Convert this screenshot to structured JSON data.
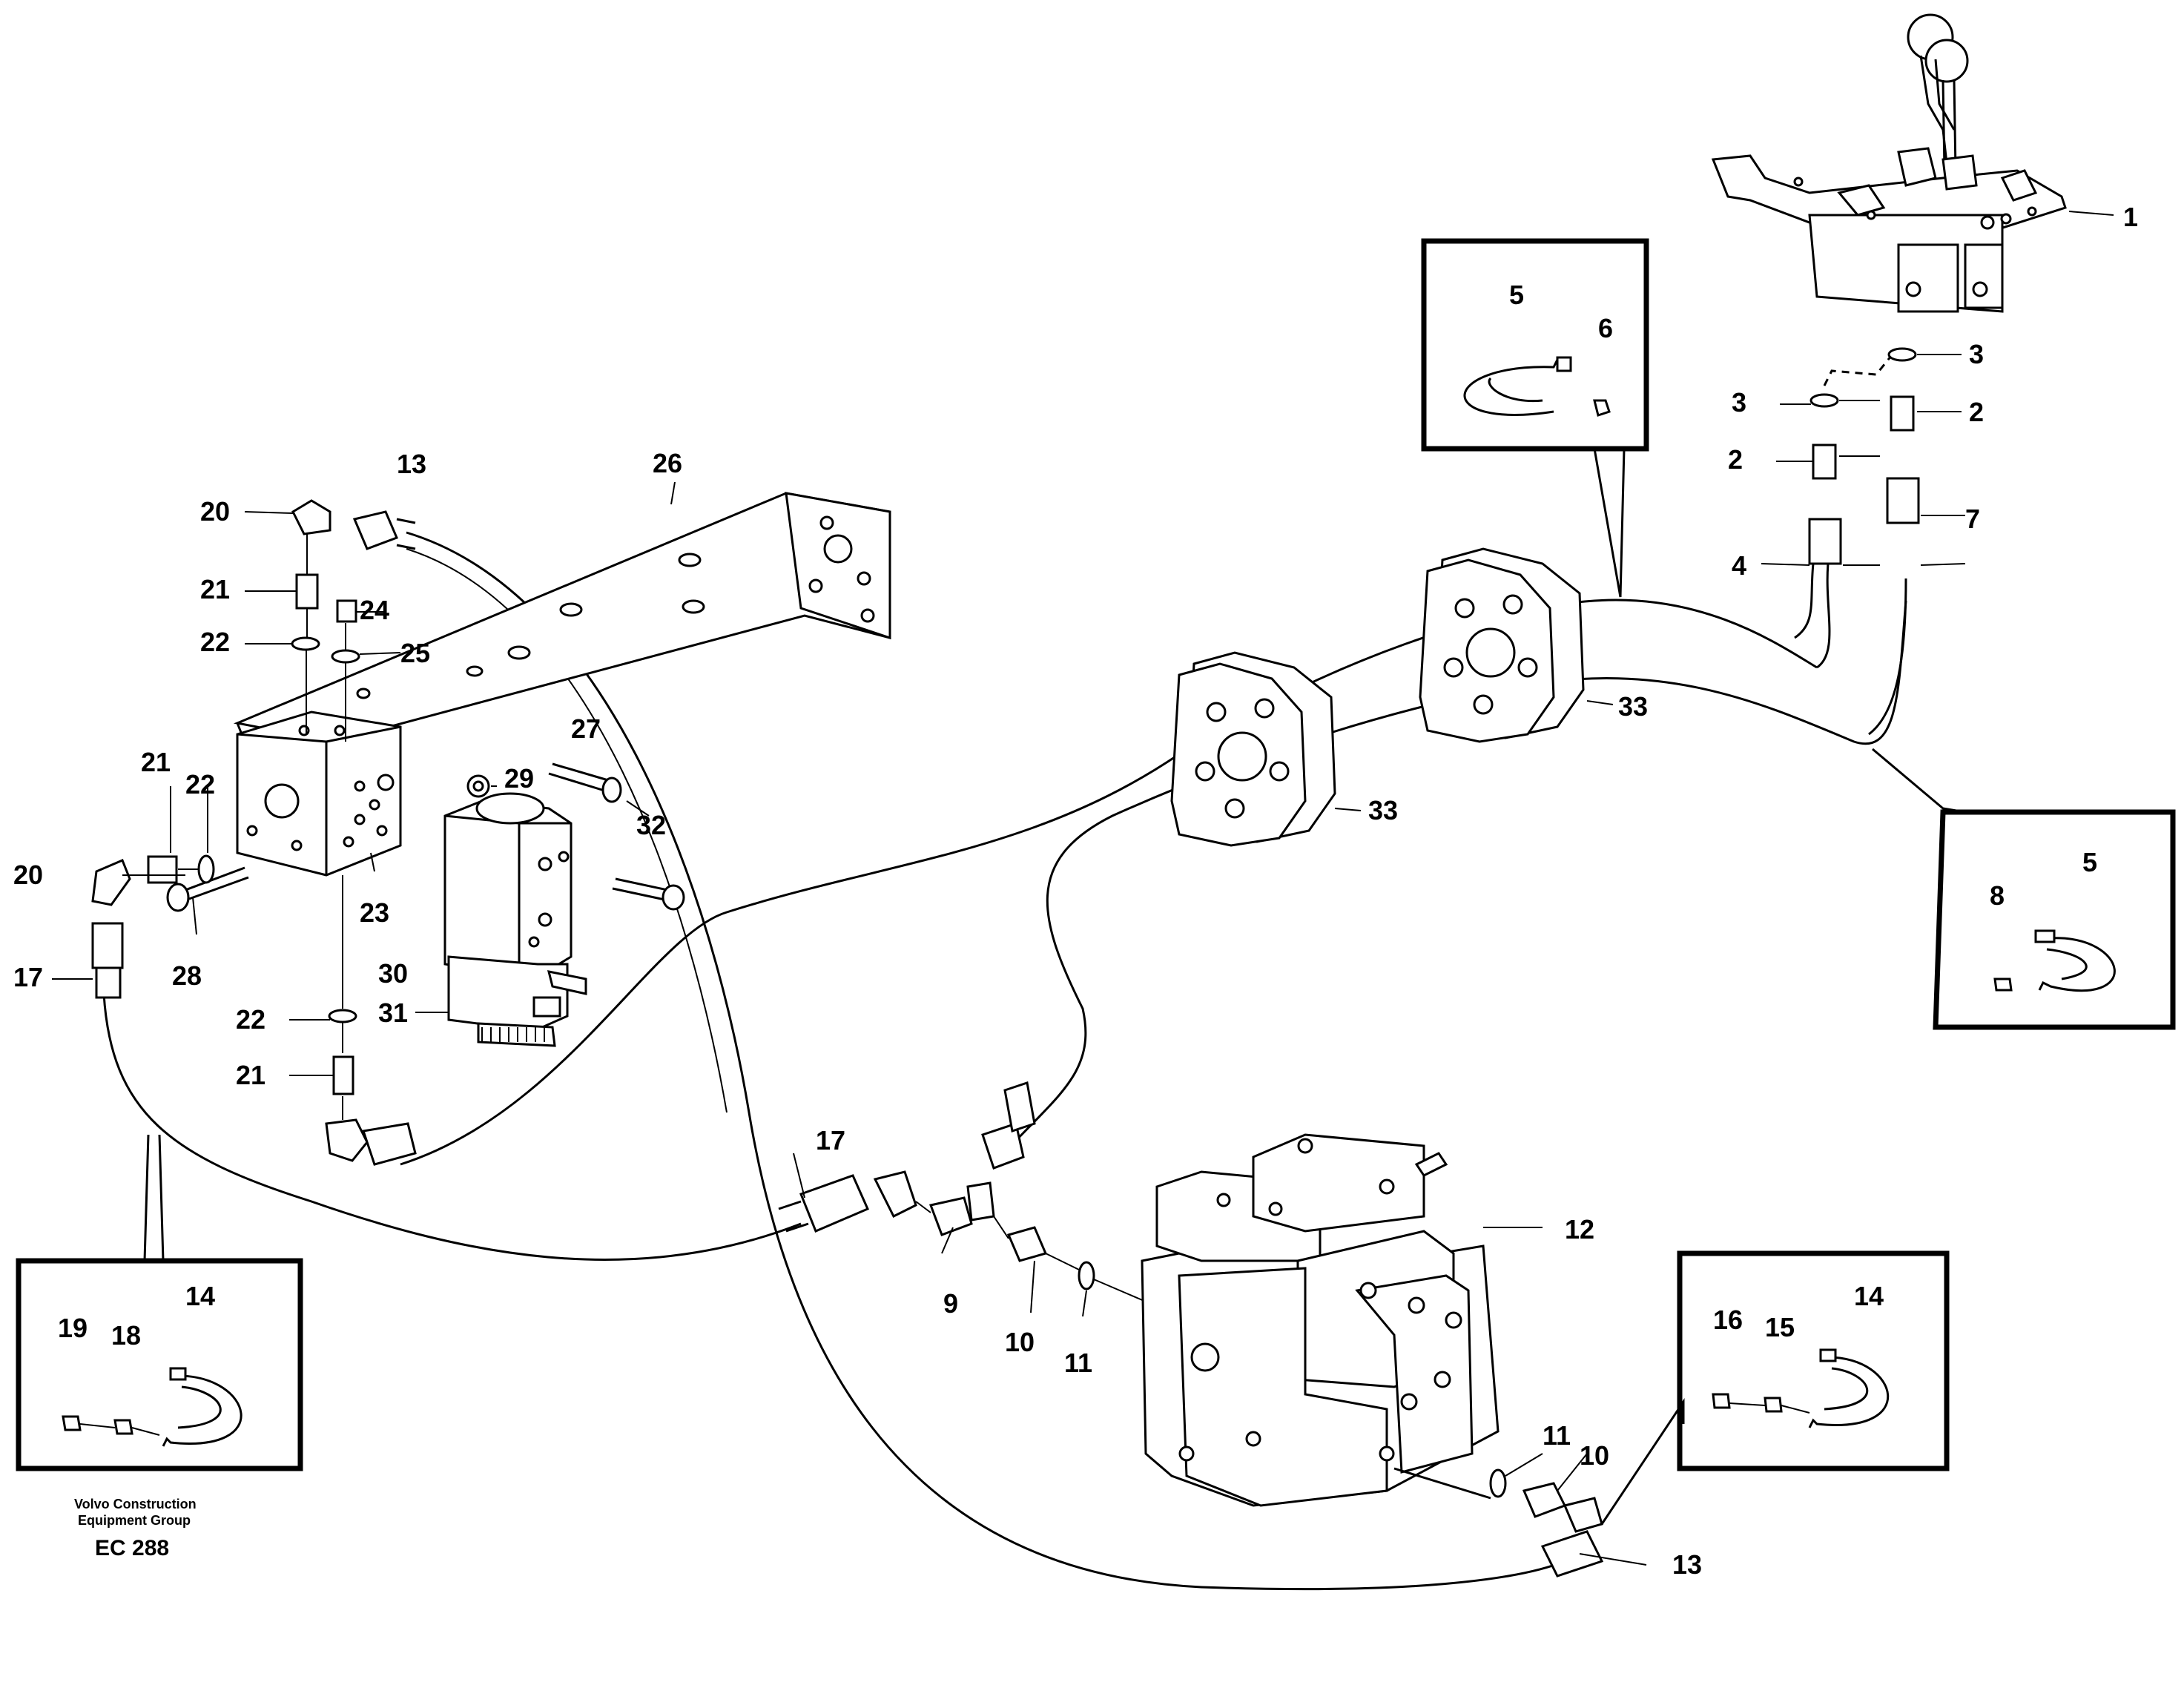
{
  "credit": {
    "line1": "Volvo Construction",
    "line2": "Equipment Group",
    "code": "EC 288"
  },
  "labels": {
    "l1": "1",
    "l2a": "2",
    "l2b": "2",
    "l3a": "3",
    "l3b": "3",
    "l4": "4",
    "l5a": "5",
    "l5b": "5",
    "l6": "6",
    "l7": "7",
    "l8": "8",
    "l9": "9",
    "l10a": "10",
    "l10b": "10",
    "l11a": "11",
    "l11b": "11",
    "l12": "12",
    "l13a": "13",
    "l13b": "13",
    "l14a": "14",
    "l14b": "14",
    "l15": "15",
    "l16": "16",
    "l17a": "17",
    "l17b": "17",
    "l18": "18",
    "l19": "19",
    "l20a": "20",
    "l20b": "20",
    "l21a": "21",
    "l21b": "21",
    "l21c": "21",
    "l22a": "22",
    "l22b": "22",
    "l22c": "22",
    "l23": "23",
    "l24": "24",
    "l25": "25",
    "l26": "26",
    "l27": "27",
    "l28": "28",
    "l29": "29",
    "l30": "30",
    "l31": "31",
    "l32": "32",
    "l33a": "33",
    "l33b": "33"
  }
}
